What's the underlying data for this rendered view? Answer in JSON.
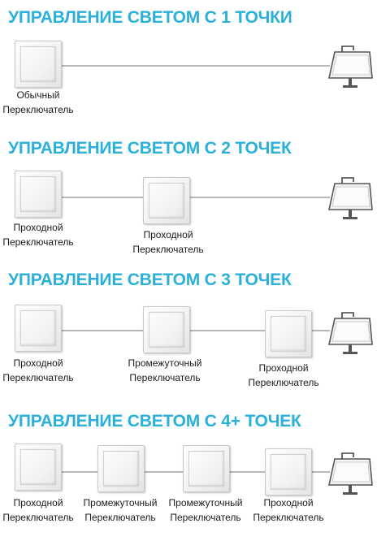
{
  "colors": {
    "title": "#2bb0d9",
    "wire": "#b7b7b7",
    "text": "#1c1c1c"
  },
  "sections": [
    {
      "title": "УПРАВЛЕНИЕ СВЕТОМ С 1 ТОЧКИ",
      "switches": [
        {
          "line1": "Обычный",
          "line2": "Переключатель"
        }
      ],
      "lamp_icon": "lamp-icon"
    },
    {
      "title": "УПРАВЛЕНИЕ СВЕТОМ С 2 ТОЧЕК",
      "switches": [
        {
          "line1": "Проходной",
          "line2": "Переключатель"
        },
        {
          "line1": "Проходной",
          "line2": "Переключатель"
        }
      ],
      "lamp_icon": "lamp-icon"
    },
    {
      "title": "УПРАВЛЕНИЕ СВЕТОМ С 3 ТОЧЕК",
      "switches": [
        {
          "line1": "Проходной",
          "line2": "Переключатель"
        },
        {
          "line1": "Промежуточный",
          "line2": "Переключатель"
        },
        {
          "line1": "Проходной",
          "line2": "Переключатель"
        }
      ],
      "lamp_icon": "lamp-icon"
    },
    {
      "title": "УПРАВЛЕНИЕ СВЕТОМ С 4+ ТОЧЕК",
      "switches": [
        {
          "line1": "Проходной",
          "line2": "Переключатель"
        },
        {
          "line1": "Промежуточный",
          "line2": "Переключатель"
        },
        {
          "line1": "Промежуточный",
          "line2": "Переключатель"
        },
        {
          "line1": "Проходной",
          "line2": "Переключатель"
        }
      ],
      "lamp_icon": "lamp-icon"
    }
  ]
}
